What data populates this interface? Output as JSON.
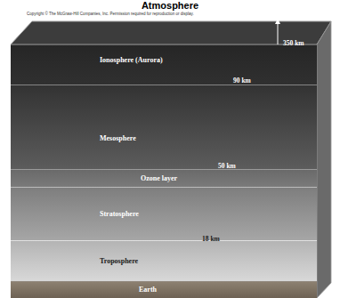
{
  "diagram": {
    "title": "Atmosphere",
    "nodes": [
      {
        "text": [
          "Ionosphere (Aurora)"
        ]
      },
      {
        "text": [
          "Mesosphere"
        ]
      },
      {
        "text": [
          "Ozone layer"
        ]
      },
      {
        "text": [
          "Stratosphere"
        ]
      },
      {
        "text": [
          "Troposphere"
        ]
      },
      {
        "text": [
          "Earth"
        ]
      }
    ],
    "labels": [
      "Copyright © The McGraw-Hill Companies, Inc. Permission required for reproduction or display.",
      "350 km",
      "90 km",
      "50 km",
      "18 km"
    ]
  }
}
